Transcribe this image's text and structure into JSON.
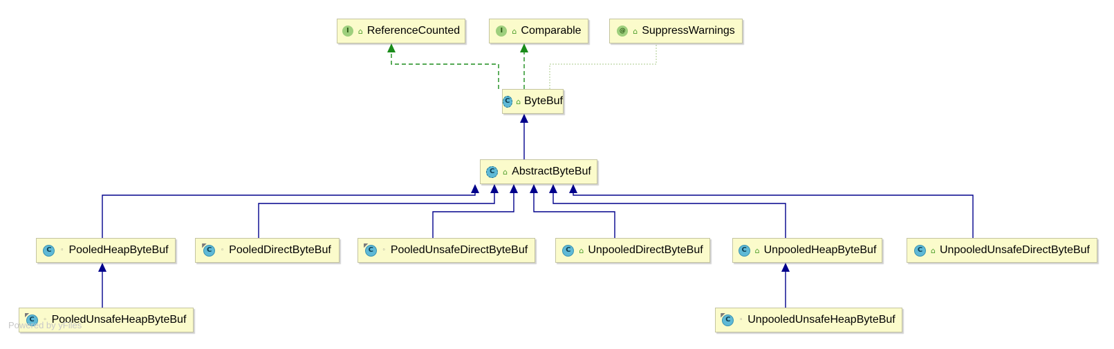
{
  "diagram": {
    "nodes": {
      "referencecounted": {
        "label": "ReferenceCounted",
        "kind_letter": "I",
        "kind": "interface",
        "visibility": "public"
      },
      "comparable": {
        "label": "Comparable",
        "kind_letter": "I",
        "kind": "interface",
        "visibility": "public"
      },
      "suppresswarnings": {
        "label": "SuppressWarnings",
        "kind_letter": "@",
        "kind": "annotation",
        "visibility": "public"
      },
      "bytebuf": {
        "label": "ByteBuf",
        "kind_letter": "C",
        "kind": "abstract-class",
        "visibility": "public"
      },
      "abstractbytebuf": {
        "label": "AbstractByteBuf",
        "kind_letter": "C",
        "kind": "abstract-class",
        "visibility": "public"
      },
      "pooledheapbytebuf": {
        "label": "PooledHeapByteBuf",
        "kind_letter": "C",
        "kind": "class",
        "visibility": "package"
      },
      "pooleddirectbytebuf": {
        "label": "PooledDirectByteBuf",
        "kind_letter": "C",
        "kind": "final-class",
        "visibility": "package"
      },
      "pooledunsafedirectbytebuf": {
        "label": "PooledUnsafeDirectByteBuf",
        "kind_letter": "C",
        "kind": "final-class",
        "visibility": "package"
      },
      "unpooleddirectbytebuf": {
        "label": "UnpooledDirectByteBuf",
        "kind_letter": "C",
        "kind": "class",
        "visibility": "public"
      },
      "unpooledheapbytebuf": {
        "label": "UnpooledHeapByteBuf",
        "kind_letter": "C",
        "kind": "class",
        "visibility": "public"
      },
      "unpooledunsafedirectbytebuf": {
        "label": "UnpooledUnsafeDirectByteBuf",
        "kind_letter": "C",
        "kind": "class",
        "visibility": "public"
      },
      "pooledunsafeheapbytebuf": {
        "label": "PooledUnsafeHeapByteBuf",
        "kind_letter": "C",
        "kind": "final-class",
        "visibility": "package"
      },
      "unpooledunsafeheapbytebuf": {
        "label": "UnpooledUnsafeHeapByteBuf",
        "kind_letter": "C",
        "kind": "final-class",
        "visibility": "package"
      }
    },
    "edges": [
      {
        "from": "bytebuf",
        "to": "referencecounted",
        "type": "implements"
      },
      {
        "from": "bytebuf",
        "to": "comparable",
        "type": "implements"
      },
      {
        "from": "bytebuf",
        "to": "suppresswarnings",
        "type": "annotated"
      },
      {
        "from": "abstractbytebuf",
        "to": "bytebuf",
        "type": "extends"
      },
      {
        "from": "pooledheapbytebuf",
        "to": "abstractbytebuf",
        "type": "extends"
      },
      {
        "from": "pooleddirectbytebuf",
        "to": "abstractbytebuf",
        "type": "extends"
      },
      {
        "from": "pooledunsafedirectbytebuf",
        "to": "abstractbytebuf",
        "type": "extends"
      },
      {
        "from": "unpooleddirectbytebuf",
        "to": "abstractbytebuf",
        "type": "extends"
      },
      {
        "from": "unpooledheapbytebuf",
        "to": "abstractbytebuf",
        "type": "extends"
      },
      {
        "from": "unpooledunsafedirectbytebuf",
        "to": "abstractbytebuf",
        "type": "extends"
      },
      {
        "from": "pooledunsafeheapbytebuf",
        "to": "pooledheapbytebuf",
        "type": "extends"
      },
      {
        "from": "unpooledunsafeheapbytebuf",
        "to": "unpooledheapbytebuf",
        "type": "extends"
      }
    ],
    "colors": {
      "node_fill": "#fbfbcb",
      "extends_line": "#00008b",
      "implements_line": "#1a8c1a",
      "annotation_line": "#a8c98a"
    }
  },
  "watermark": "Powered by yFiles"
}
